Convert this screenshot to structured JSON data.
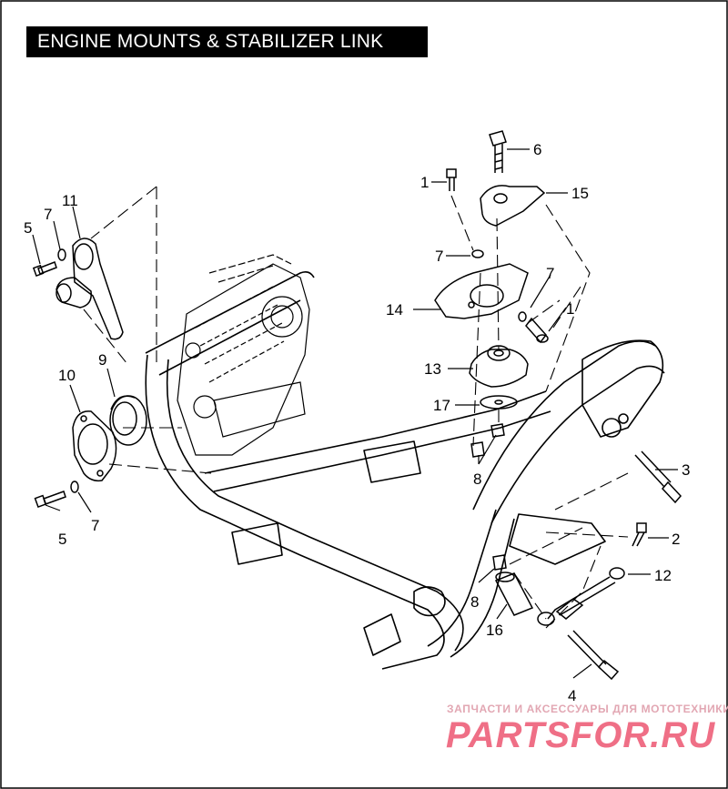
{
  "title": "ENGINE MOUNTS & STABILIZER LINK",
  "watermark": {
    "caption": "ЗАПЧАСТИ И АКСЕССУАРЫ ДЛЯ МОТОТЕХНИКИ",
    "logo": "PARTSFOR.RU"
  },
  "callouts": {
    "c1a": "1",
    "c1b": "1",
    "c2": "2",
    "c3": "3",
    "c4": "4",
    "c5a": "5",
    "c5b": "5",
    "c6": "6",
    "c7a": "7",
    "c7b": "7",
    "c7c": "7",
    "c7d": "7",
    "c8a": "8",
    "c8b": "8",
    "c9": "9",
    "c10": "10",
    "c11": "11",
    "c12": "12",
    "c13": "13",
    "c14": "14",
    "c15": "15",
    "c16": "16",
    "c17": "17"
  },
  "colors": {
    "line": "#000000",
    "background": "#ffffff",
    "watermark_caption": "#e2a7b3",
    "watermark_logo": "#ef6f86"
  }
}
